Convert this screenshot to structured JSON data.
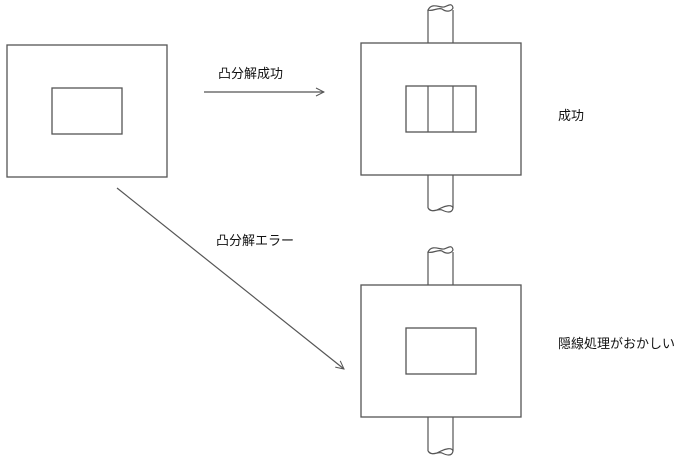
{
  "labels": {
    "arrow_success": "凸分解成功",
    "arrow_error": "凸分解エラー",
    "result_success": "成功",
    "result_error": "隠線処理がおかしい"
  },
  "colors": {
    "line": "#555555",
    "text": "#111111"
  }
}
